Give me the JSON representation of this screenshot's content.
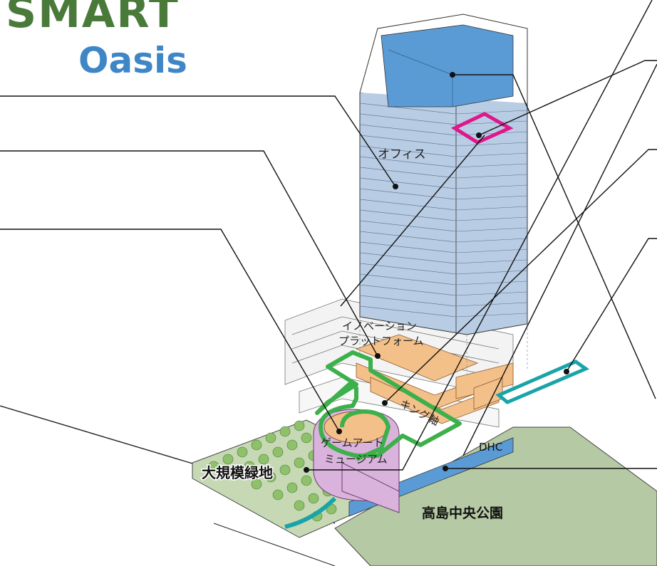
{
  "logo": {
    "line1": "SMART",
    "line2": "Oasis",
    "color_line1": "#4a7a3a",
    "color_line2": "#3f86c6"
  },
  "labels": {
    "office": "オフィス",
    "innovation_line1": "イノベーション",
    "innovation_line2": "プラットフォーム",
    "king_axis": "キング軸",
    "game_art_line1": "ゲームアート",
    "game_art_line2": "ミュージアム",
    "green_area": "大規模緑地",
    "dhc": "DHC",
    "park": "高島中央公園"
  },
  "colors": {
    "tower_top": "#5b9bd5",
    "tower_body": "#b8cce4",
    "podium": "#f4c08a",
    "museum": "#d9b3dc",
    "green_outline": "#3cb04a",
    "magenta": "#e0168b",
    "teal": "#1aa3a8",
    "park": "#b5c9a4",
    "dhc_strip": "#5b9bd5"
  }
}
